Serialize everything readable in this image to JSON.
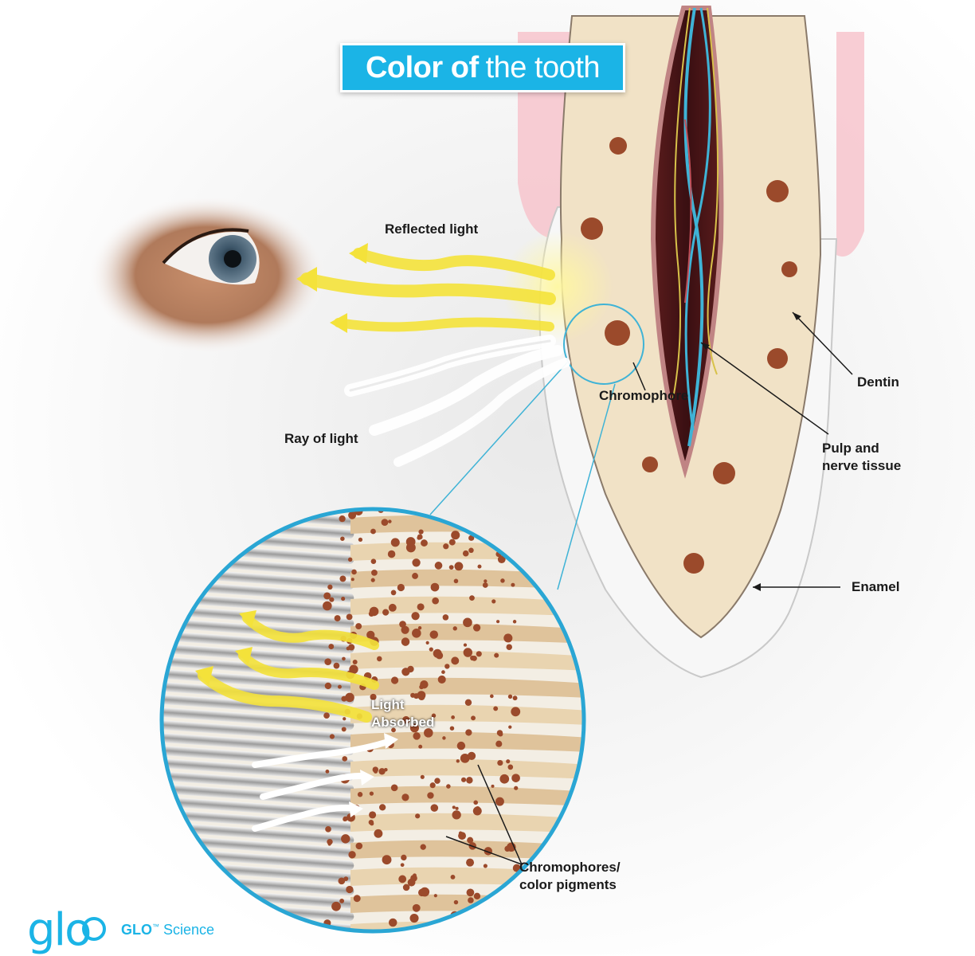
{
  "title": {
    "bold": "Color of",
    "light": "the tooth"
  },
  "labels": {
    "reflected_light": "Reflected light",
    "ray_of_light": "Ray of light",
    "chromophore": "Chromophore",
    "dentin": "Dentin",
    "pulp": "Pulp and\nnerve tissue",
    "enamel": "Enamel",
    "light_absorbed": "Light\nAbsorbed",
    "chromophores_pigments": "Chromophores/\ncolor pigments"
  },
  "logo": {
    "mark": "glo",
    "brand": "GLO",
    "tm": "™",
    "suffix": "Science"
  },
  "colors": {
    "accent": "#1bb4e6",
    "reflected_light": "#f4e23a",
    "dentin": "#f1e2c6",
    "gum": "#f6b9c4",
    "chromophore": "#9b4a2b"
  },
  "icons": [
    "eye-icon",
    "tooth-icon",
    "magnifier-circle-icon",
    "glo-logo-icon"
  ]
}
